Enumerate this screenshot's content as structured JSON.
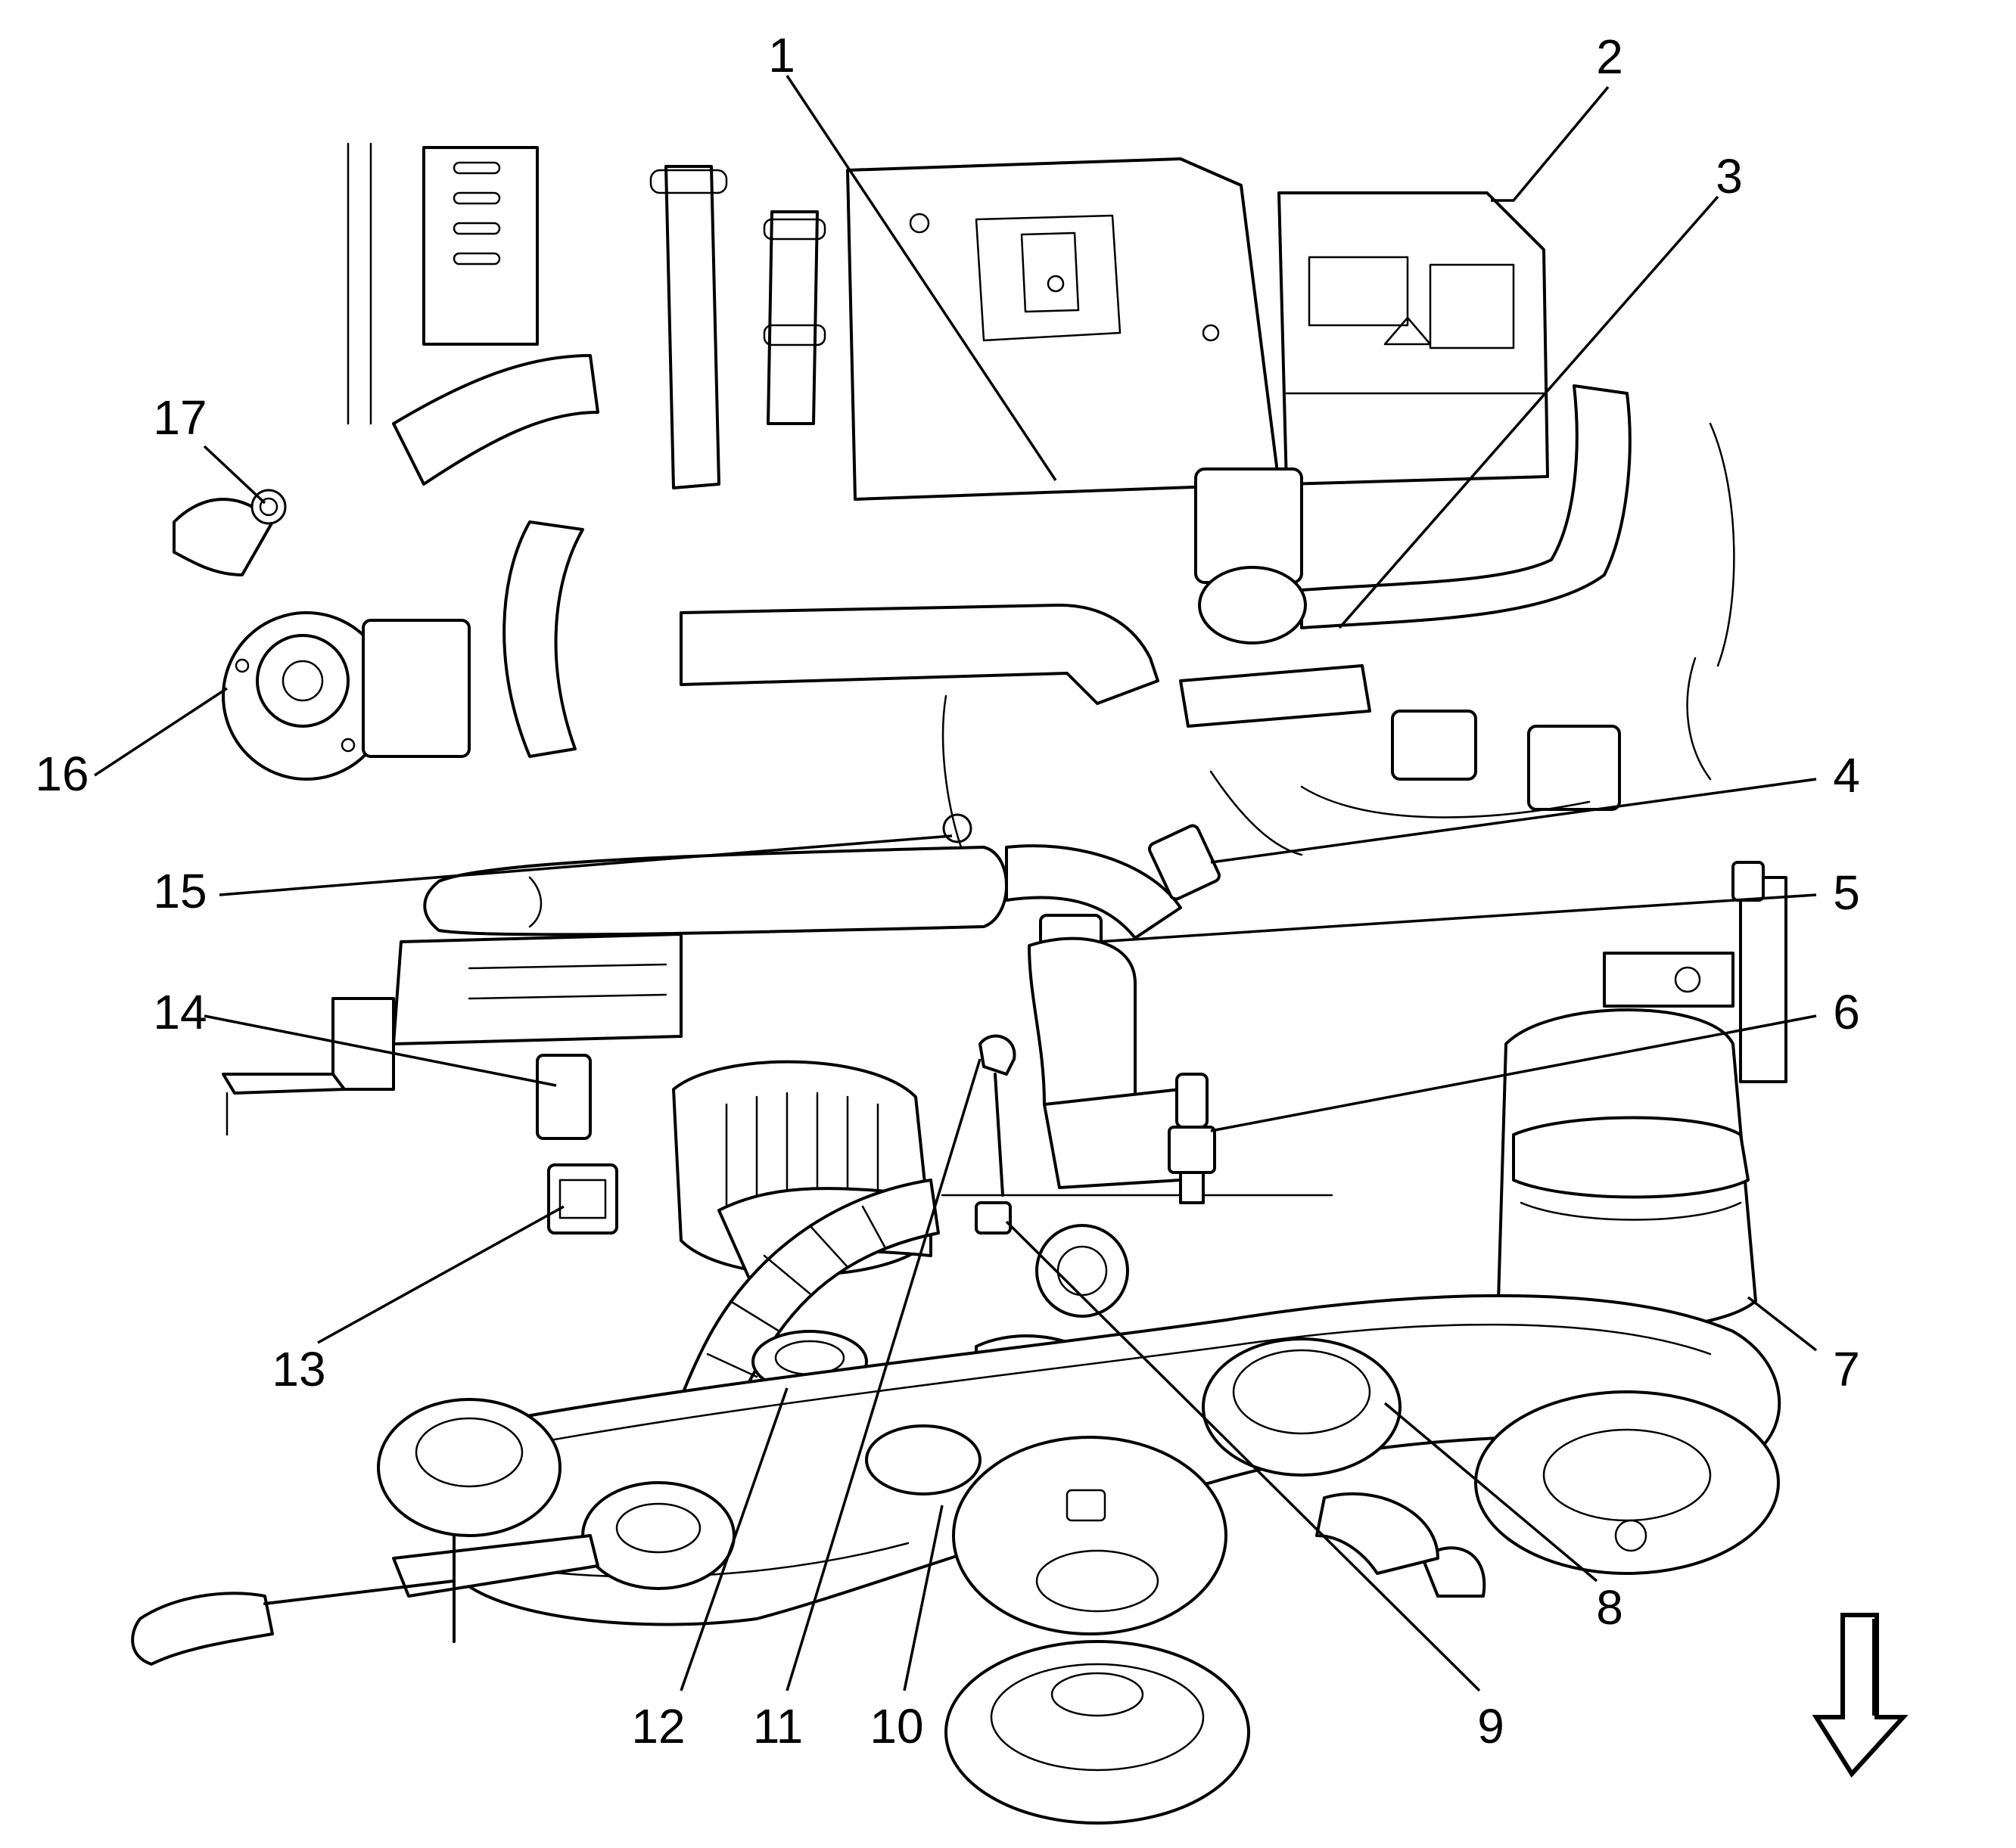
{
  "diagram": {
    "callouts": [
      {
        "number": "1"
      },
      {
        "number": "2"
      },
      {
        "number": "3"
      },
      {
        "number": "4"
      },
      {
        "number": "5"
      },
      {
        "number": "6"
      },
      {
        "number": "7"
      },
      {
        "number": "8"
      },
      {
        "number": "9"
      },
      {
        "number": "10"
      },
      {
        "number": "11"
      },
      {
        "number": "12"
      },
      {
        "number": "13"
      },
      {
        "number": "14"
      },
      {
        "number": "15"
      },
      {
        "number": "16"
      },
      {
        "number": "17"
      }
    ],
    "direction_arrow": {
      "direction": "down",
      "icon": "down-arrow-icon"
    }
  }
}
